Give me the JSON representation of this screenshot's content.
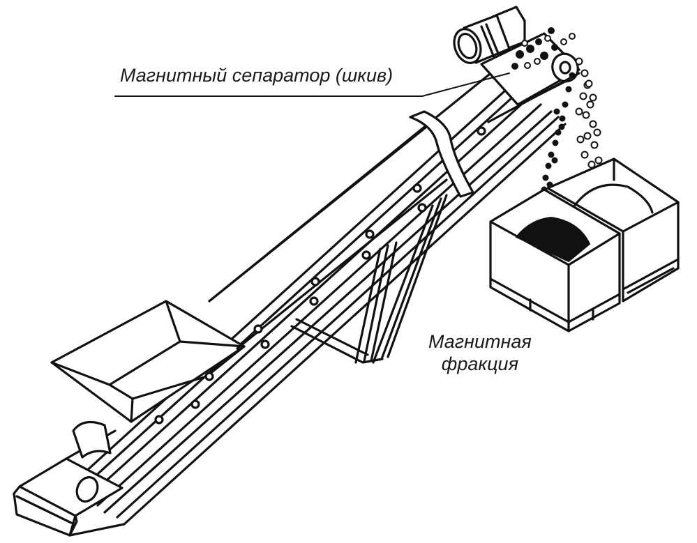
{
  "diagram": {
    "type": "inclined belt conveyor with magnetic separator pulley",
    "labels": {
      "separator": "Магнитный сепаратор (шкив)",
      "fraction_line1": "Магнитная",
      "fraction_line2": "фракция"
    },
    "components": [
      "drive-motor",
      "magnetic-pulley",
      "conveyor-belt",
      "feed-hopper",
      "tail-pulley",
      "support-truss",
      "magnetic-fraction-bin",
      "non-magnetic-fraction-bin"
    ],
    "colors": {
      "line": "#111111",
      "background": "#ffffff",
      "magnetic_material": "#111111",
      "non_magnetic_material": "#ffffff"
    }
  }
}
